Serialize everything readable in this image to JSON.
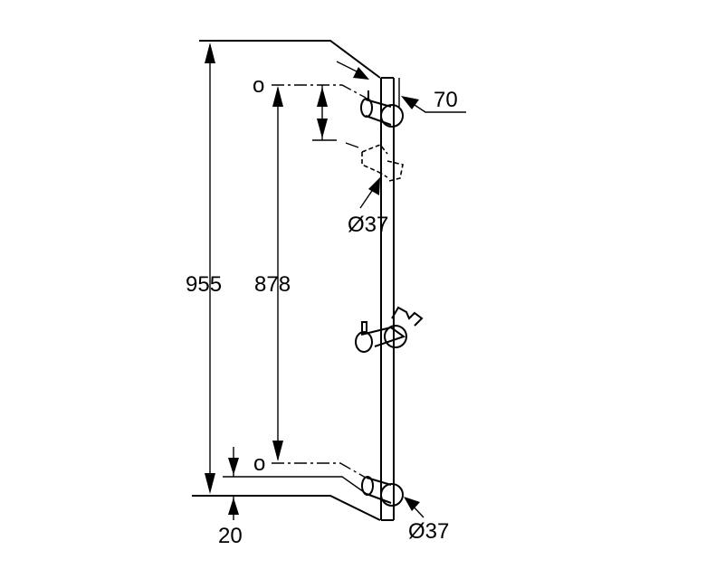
{
  "dimensions": {
    "total_height": "955",
    "mounting_distance": "878",
    "bottom_offset": "20",
    "top_depth": "70",
    "clamp_diameter_upper": "Ø37",
    "clamp_diameter_lower": "Ø37",
    "top_marker": "o",
    "bottom_marker": "o"
  }
}
